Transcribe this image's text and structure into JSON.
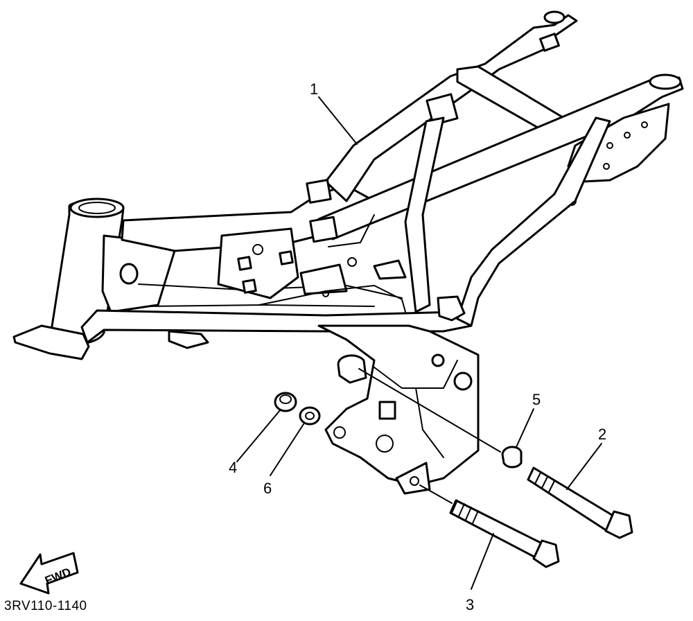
{
  "callouts": {
    "c1": "1",
    "c2": "2",
    "c3": "3",
    "c4": "4",
    "c5": "5",
    "c6": "6"
  },
  "fwd_label": "FWD",
  "part_code": "3RV110-1140",
  "icons": {
    "frame": "motorcycle-frame-icon",
    "bolt": "bolt-icon",
    "nut": "nut-icon",
    "washer": "washer-icon",
    "collar": "collar-icon",
    "arrow": "fwd-arrow-icon"
  }
}
